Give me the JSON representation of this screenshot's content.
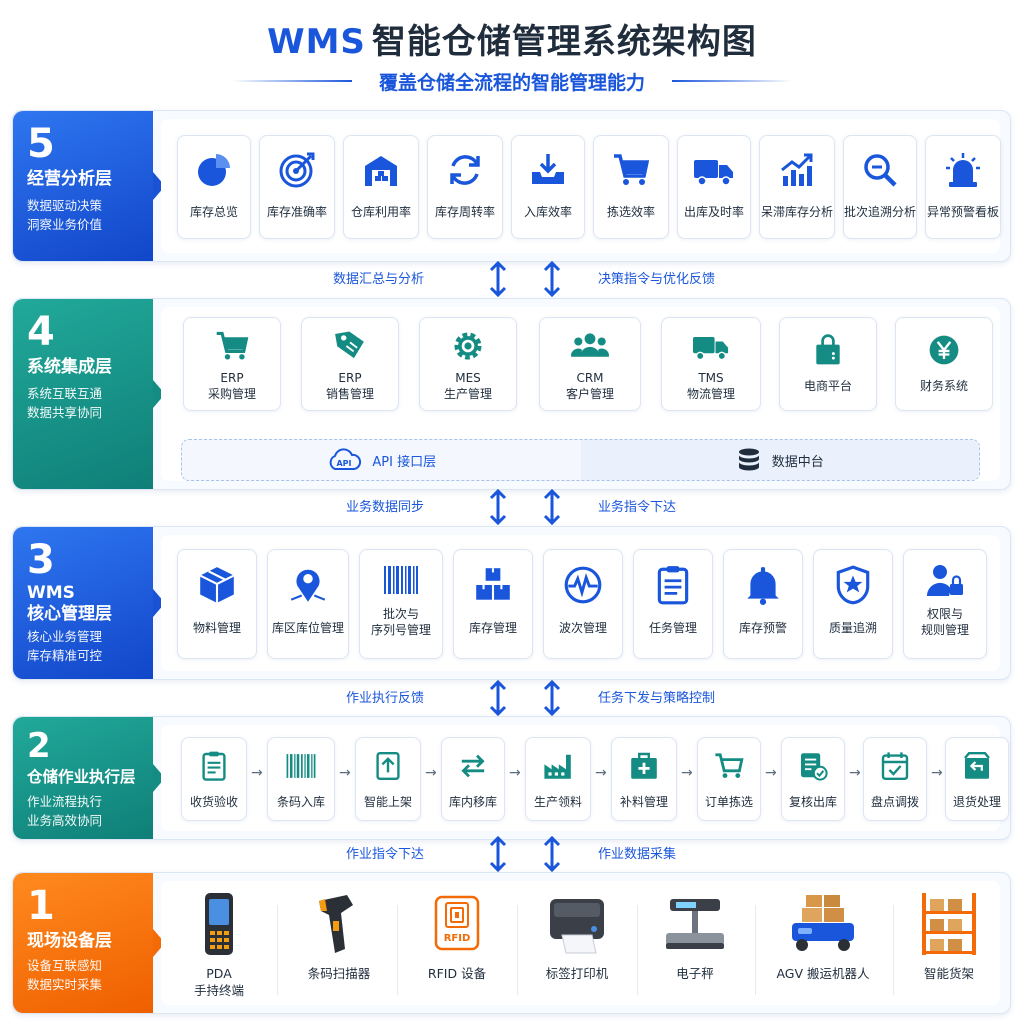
{
  "header": {
    "title_prefix": "WMS",
    "title_main": "智能仓储管理系统架构图",
    "subtitle": "覆盖仓储全流程的智能管理能力"
  },
  "colors": {
    "blue": "#1a56db",
    "teal": "#148c83",
    "orange": "#f36a06"
  },
  "layers": [
    {
      "num": "5",
      "name": "经营分析层",
      "desc1": "数据驱动决策",
      "desc2": "洞察业务价值",
      "items": [
        "库存总览",
        "库存准确率",
        "仓库利用率",
        "库存周转率",
        "入库效率",
        "拣选效率",
        "出库及时率",
        "呆滞库存分析",
        "批次追溯分析",
        "异常预警看板"
      ]
    },
    {
      "num": "4",
      "name": "系统集成层",
      "desc1": "系统互联互通",
      "desc2": "数据共享协同",
      "items": [
        {
          "l1": "ERP",
          "l2": "采购管理"
        },
        {
          "l1": "ERP",
          "l2": "销售管理"
        },
        {
          "l1": "MES",
          "l2": "生产管理"
        },
        {
          "l1": "CRM",
          "l2": "客户管理"
        },
        {
          "l1": "TMS",
          "l2": "物流管理"
        },
        {
          "l1": "电商平台",
          "l2": ""
        },
        {
          "l1": "财务系统",
          "l2": ""
        }
      ],
      "api_label": "API 接口层",
      "api_icon_text": "API",
      "data_label": "数据中台"
    },
    {
      "num": "3",
      "name1": "WMS",
      "name2": "核心管理层",
      "desc1": "核心业务管理",
      "desc2": "库存精准可控",
      "items": [
        {
          "l1": "物料管理",
          "l2": ""
        },
        {
          "l1": "库区库位管理",
          "l2": ""
        },
        {
          "l1": "批次与",
          "l2": "序列号管理"
        },
        {
          "l1": "库存管理",
          "l2": ""
        },
        {
          "l1": "波次管理",
          "l2": ""
        },
        {
          "l1": "任务管理",
          "l2": ""
        },
        {
          "l1": "库存预警",
          "l2": ""
        },
        {
          "l1": "质量追溯",
          "l2": ""
        },
        {
          "l1": "权限与",
          "l2": "规则管理"
        }
      ]
    },
    {
      "num": "2",
      "name": "仓储作业执行层",
      "desc1": "作业流程执行",
      "desc2": "业务高效协同",
      "items": [
        "收货验收",
        "条码入库",
        "智能上架",
        "库内移库",
        "生产领料",
        "补料管理",
        "订单拣选",
        "复核出库",
        "盘点调拨",
        "退货处理"
      ]
    },
    {
      "num": "1",
      "name": "现场设备层",
      "desc1": "设备互联感知",
      "desc2": "数据实时采集",
      "items": [
        {
          "l1": "PDA",
          "l2": "手持终端"
        },
        {
          "l1": "条码扫描器",
          "l2": ""
        },
        {
          "l1": "RFID 设备",
          "l2": ""
        },
        {
          "l1": "标签打印机",
          "l2": ""
        },
        {
          "l1": "电子秤",
          "l2": ""
        },
        {
          "l1": "AGV 搬运机器人",
          "l2": ""
        },
        {
          "l1": "智能货架",
          "l2": ""
        }
      ],
      "rfid_text": "RFID"
    }
  ],
  "connectors": [
    {
      "left": "数据汇总与分析",
      "right": "决策指令与优化反馈"
    },
    {
      "left": "业务数据同步",
      "right": "业务指令下达"
    },
    {
      "left": "作业执行反馈",
      "right": "任务下发与策略控制"
    },
    {
      "left": "作业指令下达",
      "right": "作业数据采集"
    }
  ],
  "step_arrow": "→"
}
